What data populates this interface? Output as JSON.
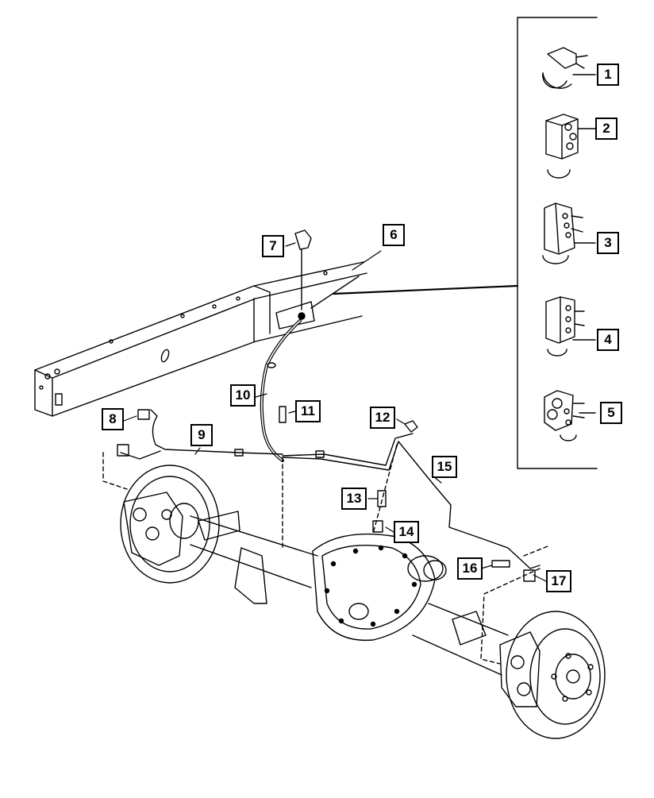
{
  "diagram": {
    "kind": "exploded parts diagram — rear axle brake lines",
    "callouts": [
      {
        "id": "c1",
        "label": "1"
      },
      {
        "id": "c2",
        "label": "2"
      },
      {
        "id": "c3",
        "label": "3"
      },
      {
        "id": "c4",
        "label": "4"
      },
      {
        "id": "c5",
        "label": "5"
      },
      {
        "id": "c6",
        "label": "6"
      },
      {
        "id": "c7",
        "label": "7"
      },
      {
        "id": "c8",
        "label": "8"
      },
      {
        "id": "c9",
        "label": "9"
      },
      {
        "id": "c10",
        "label": "10"
      },
      {
        "id": "c11",
        "label": "11"
      },
      {
        "id": "c12",
        "label": "12"
      },
      {
        "id": "c13",
        "label": "13"
      },
      {
        "id": "c14",
        "label": "14"
      },
      {
        "id": "c15",
        "label": "15"
      },
      {
        "id": "c16",
        "label": "16"
      },
      {
        "id": "c17",
        "label": "17"
      }
    ],
    "colors": {
      "line": "#000000",
      "background": "#ffffff"
    }
  }
}
